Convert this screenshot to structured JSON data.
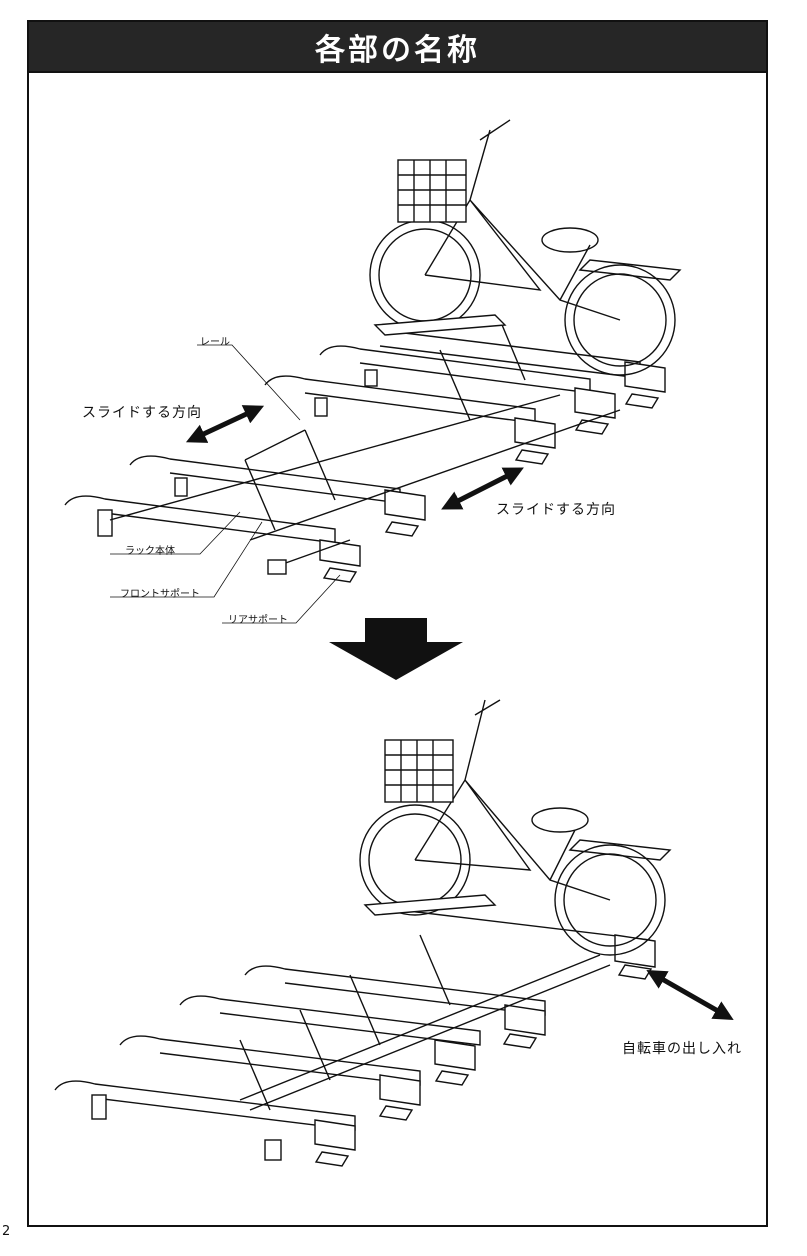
{
  "page": {
    "title": "各部の名称",
    "page_number": "2"
  },
  "labels": {
    "rail": "レール",
    "slide_left": "スライドする方向",
    "slide_right": "スライドする方向",
    "rack_body": "ラック本体",
    "front_support": "フロントサポート",
    "rear_support": "リアサポート",
    "bike_in_out": "自転車の出し入れ"
  },
  "icons": {
    "down_arrow": "down-arrow-icon",
    "double_arrow": "double-arrow-icon"
  },
  "colors": {
    "title_bar": "#262626",
    "title_text": "#ffffff",
    "line": "#111111"
  }
}
